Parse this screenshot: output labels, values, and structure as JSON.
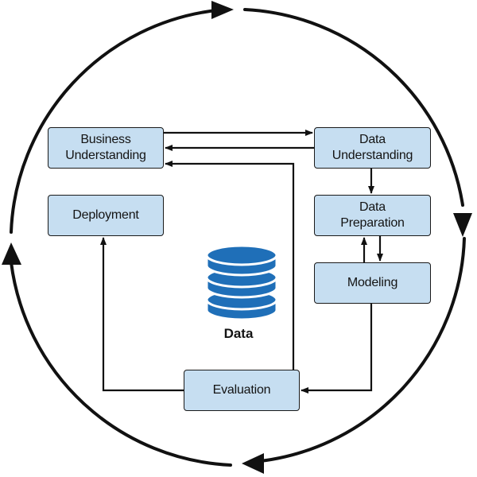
{
  "nodes": {
    "business_understanding": "Business\nUnderstanding",
    "data_understanding": "Data\nUnderstanding",
    "deployment": "Deployment",
    "data_preparation": "Data\nPreparation",
    "modeling": "Modeling",
    "evaluation": "Evaluation"
  },
  "center_label": "Data",
  "colors": {
    "box_fill": "#c6def1",
    "stroke": "#1a1a1a",
    "database_fill": "#1f6fb8"
  },
  "icons": {
    "center": "database-icon"
  }
}
